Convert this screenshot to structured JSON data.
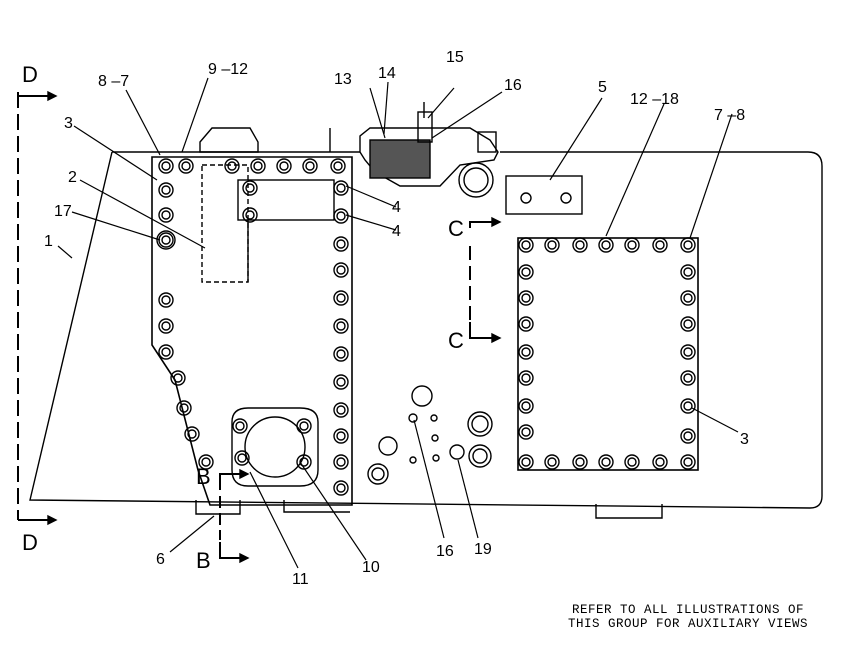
{
  "drawing": {
    "callouts": [
      {
        "id": "c-8-7-left",
        "text": "8 –7"
      },
      {
        "id": "c-9-12",
        "text": "9 –12"
      },
      {
        "id": "c-3-left",
        "text": "3"
      },
      {
        "id": "c-2",
        "text": "2"
      },
      {
        "id": "c-17",
        "text": "17"
      },
      {
        "id": "c-1",
        "text": "1"
      },
      {
        "id": "c-13",
        "text": "13"
      },
      {
        "id": "c-14",
        "text": "14"
      },
      {
        "id": "c-15",
        "text": "15"
      },
      {
        "id": "c-16-top",
        "text": "16"
      },
      {
        "id": "c-5",
        "text": "5"
      },
      {
        "id": "c-12-18",
        "text": "12 –18"
      },
      {
        "id": "c-7-8",
        "text": "7 –8"
      },
      {
        "id": "c-4-upper",
        "text": "4"
      },
      {
        "id": "c-4-lower",
        "text": "4"
      },
      {
        "id": "c-3-right",
        "text": "3"
      },
      {
        "id": "c-6",
        "text": "6"
      },
      {
        "id": "c-11",
        "text": "11"
      },
      {
        "id": "c-10",
        "text": "10"
      },
      {
        "id": "c-16-bottom",
        "text": "16"
      },
      {
        "id": "c-19",
        "text": "19"
      }
    ],
    "section_labels": [
      {
        "id": "sec-d-top",
        "text": "D"
      },
      {
        "id": "sec-d-bottom",
        "text": "D"
      },
      {
        "id": "sec-c-top",
        "text": "C"
      },
      {
        "id": "sec-c-bottom",
        "text": "C"
      },
      {
        "id": "sec-b-top",
        "text": "B"
      },
      {
        "id": "sec-b-bottom",
        "text": "B"
      }
    ]
  },
  "note": {
    "line1": "REFER TO ALL ILLUSTRATIONS OF",
    "line2": "THIS GROUP FOR AUXILIARY VIEWS"
  }
}
